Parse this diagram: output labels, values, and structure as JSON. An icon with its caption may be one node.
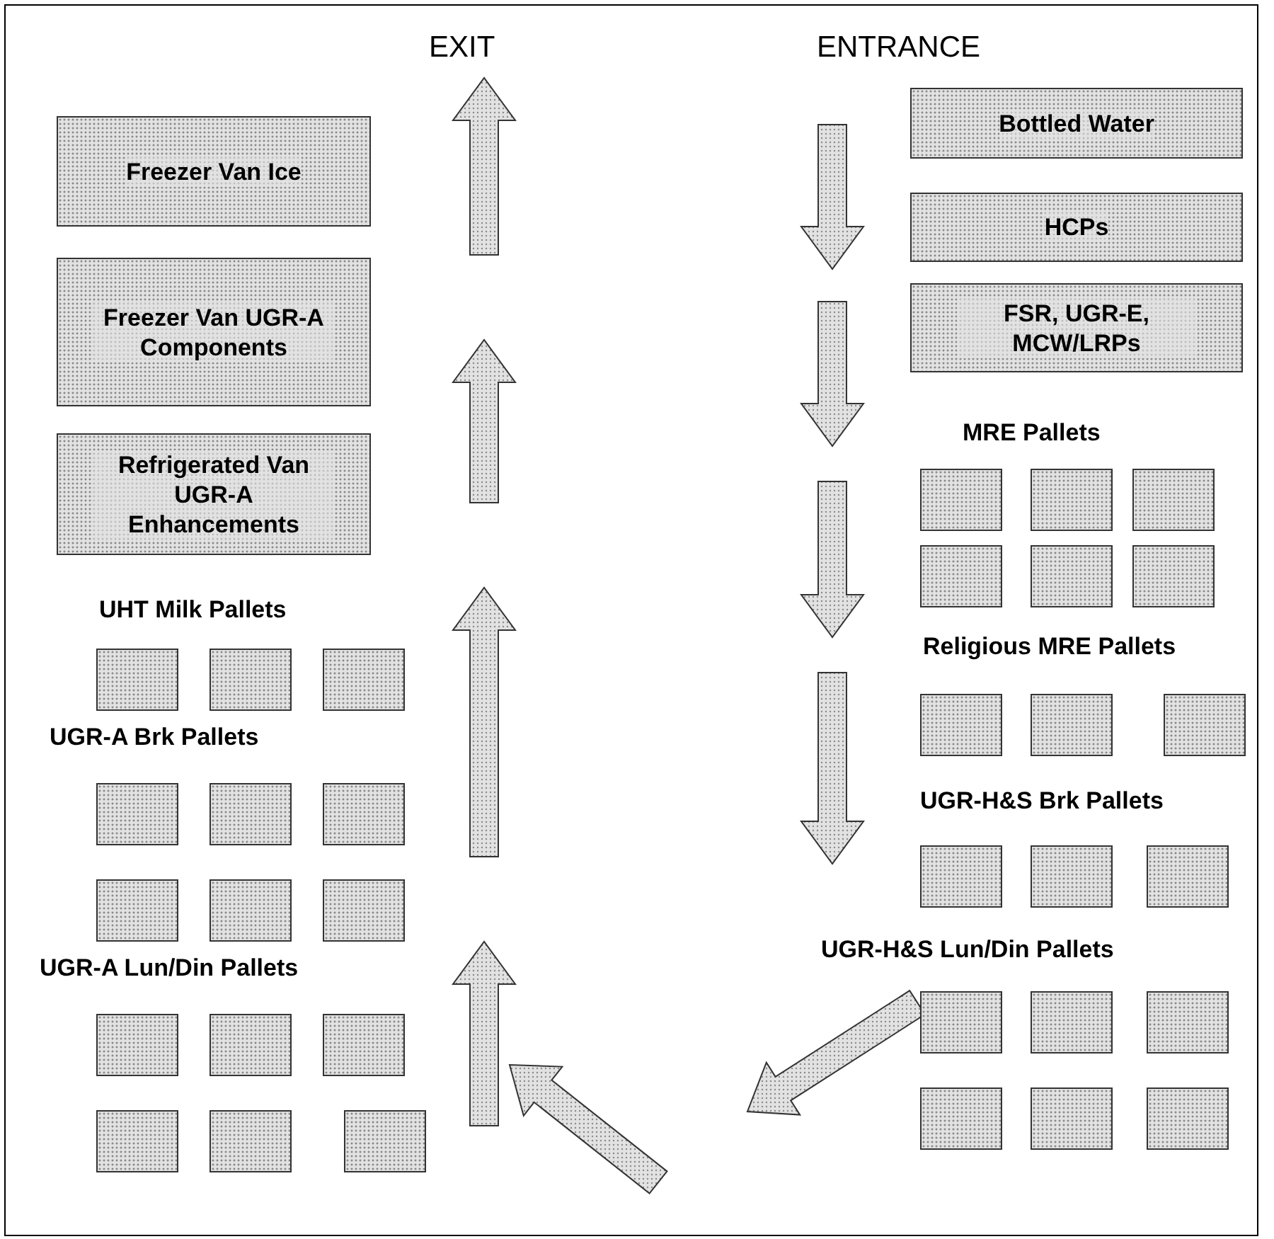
{
  "diagram": {
    "nodes": [
      {
        "text": [
          "Freezer Van Ice"
        ]
      },
      {
        "text": [
          "Freezer Van UGR-A Components"
        ]
      },
      {
        "text": [
          "Refrigerated Van UGR-A Enhancements"
        ]
      },
      {
        "text": [],
        "shape": "box"
      },
      {
        "text": [],
        "shape": "box"
      },
      {
        "text": [],
        "shape": "box"
      },
      {
        "text": [],
        "shape": "box"
      },
      {
        "text": [],
        "shape": "box"
      },
      {
        "text": [],
        "shape": "box"
      },
      {
        "text": [],
        "shape": "box"
      },
      {
        "text": [],
        "shape": "box"
      },
      {
        "text": [],
        "shape": "box"
      },
      {
        "text": [],
        "shape": "box"
      },
      {
        "text": [],
        "shape": "box"
      },
      {
        "text": [],
        "shape": "box"
      },
      {
        "text": [],
        "shape": "box"
      },
      {
        "text": [],
        "shape": "box"
      },
      {
        "text": [],
        "shape": "box"
      },
      {
        "text": [
          "Bottled Water"
        ]
      },
      {
        "text": [
          "HCPs"
        ]
      },
      {
        "text": [
          "FSR, UGR-E, MCW/LRPs"
        ]
      },
      {
        "text": [],
        "shape": "box"
      },
      {
        "text": [],
        "shape": "box"
      },
      {
        "text": [],
        "shape": "box"
      },
      {
        "text": [],
        "shape": "box"
      },
      {
        "text": [],
        "shape": "box"
      },
      {
        "text": [],
        "shape": "box"
      },
      {
        "text": [],
        "shape": "box"
      },
      {
        "text": [],
        "shape": "box"
      },
      {
        "text": [],
        "shape": "box"
      },
      {
        "text": [],
        "shape": "box"
      },
      {
        "text": [],
        "shape": "box"
      },
      {
        "text": [],
        "shape": "box"
      },
      {
        "text": [],
        "shape": "box"
      },
      {
        "text": [],
        "shape": "box"
      },
      {
        "text": [],
        "shape": "box"
      },
      {
        "text": [],
        "shape": "box"
      },
      {
        "text": [],
        "shape": "box"
      },
      {
        "text": [],
        "shape": "box"
      }
    ],
    "edges": [],
    "labels": [
      "EXIT",
      "ENTRANCE",
      "MRE Pallets",
      "UHT Milk Pallets",
      "Religious MRE Pallets",
      "UGR-A Brk Pallets",
      "UGR-H&S Brk Pallets",
      "UGR-H&S Lun/Din Pallets",
      "UGR-A Lun/Din Pallets"
    ]
  }
}
